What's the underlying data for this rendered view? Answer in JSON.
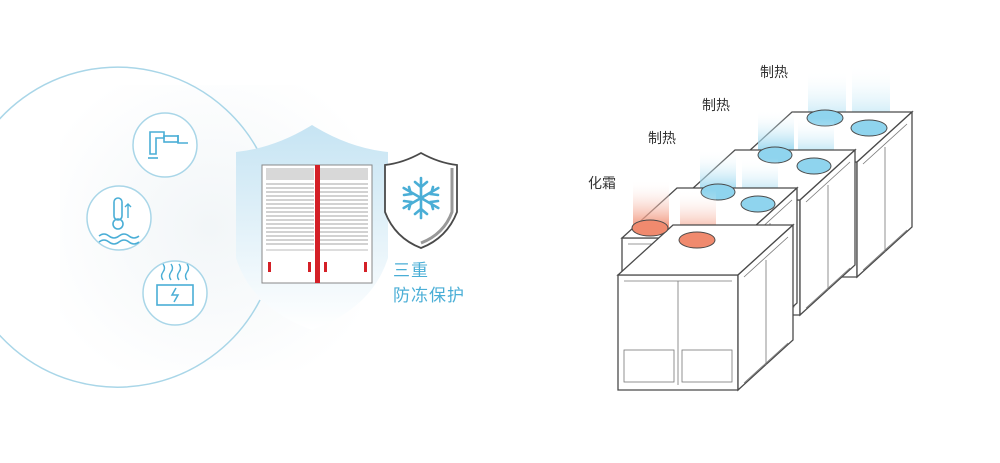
{
  "left_panel": {
    "protection_label_line1": "三重",
    "protection_label_line2": "防冻保护",
    "icons": [
      "water-pipe-icon",
      "water-temperature-icon",
      "electric-heater-icon",
      "snowflake-shield-icon"
    ]
  },
  "right_panel": {
    "defrost_label": "化霜",
    "heating_labels": [
      "制热",
      "制热",
      "制热"
    ]
  },
  "colors": {
    "accent_blue": "#4aaed6",
    "defrost_orange": "#f08a6e",
    "unit_red": "#d42027",
    "outline_gray": "#4a4a4a"
  }
}
